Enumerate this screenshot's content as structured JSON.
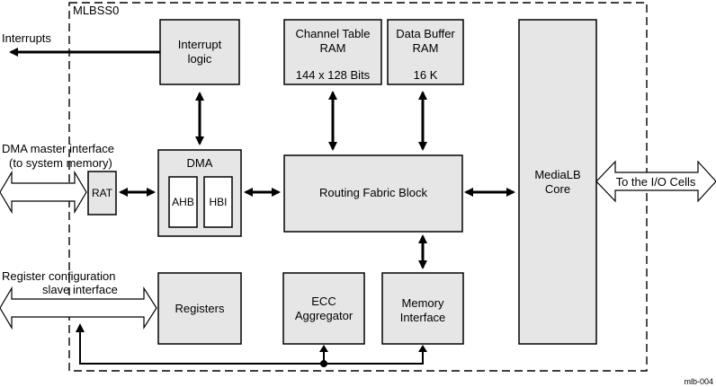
{
  "subsystem": {
    "label": "MLBSS0"
  },
  "blocks": {
    "interrupt_logic": {
      "line1": "Interrupt",
      "line2": "logic"
    },
    "channel_table_ram": {
      "line1": "Channel Table",
      "line2": "RAM",
      "line3": "144 x 128 Bits"
    },
    "data_buffer_ram": {
      "line1": "Data Buffer",
      "line2": "RAM",
      "line3": "16 K"
    },
    "dma": {
      "label": "DMA",
      "ahb": "AHB",
      "hbi": "HBI"
    },
    "rat": {
      "label": "RAT"
    },
    "routing_fabric": {
      "label": "Routing Fabric Block"
    },
    "medialb_core": {
      "line1": "MediaLB",
      "line2": "Core"
    },
    "registers": {
      "label": "Registers"
    },
    "ecc_aggregator": {
      "line1": "ECC",
      "line2": "Aggregator"
    },
    "memory_interface": {
      "line1": "Memory",
      "line2": "Interface"
    }
  },
  "external": {
    "interrupts": "Interrupts",
    "dma_master_line1": "DMA master interface",
    "dma_master_line2": "(to system memory)",
    "register_cfg_line1": "Register configuration",
    "register_cfg_line2": "slave interface",
    "io_cells": "To the I/O Cells"
  },
  "figure_id": "mlb-004"
}
